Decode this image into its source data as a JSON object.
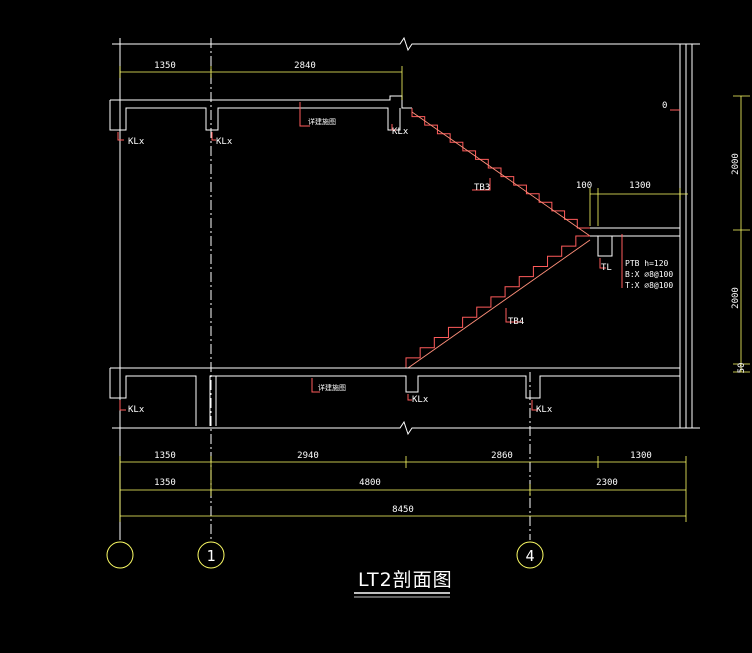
{
  "title": "LT2剖面图",
  "top_dims": [
    "1350",
    "2840"
  ],
  "landing_dims": [
    "100",
    "1300"
  ],
  "right_dims": [
    "2000",
    "2000",
    "50"
  ],
  "bottom_dims_row1": [
    "1350",
    "2940",
    "2860",
    "1300"
  ],
  "bottom_dims_row2": [
    "1350",
    "4800",
    "2300"
  ],
  "bottom_dim_total": "8450",
  "axis_labels": [
    "",
    "1",
    "4"
  ],
  "level_mark": "0",
  "beam_labels": {
    "top": [
      "KLx",
      "KLx",
      "KLx"
    ],
    "bottom": [
      "KLx",
      "KLx",
      "KLx"
    ],
    "landing": "TL"
  },
  "stair_labels": [
    "TB3",
    "TB4"
  ],
  "floor_notes": [
    "详建施图",
    "详建施图"
  ],
  "platform_note": [
    "PTB  h=120",
    "B:X ⌀8@100",
    "T:X ⌀8@100"
  ]
}
